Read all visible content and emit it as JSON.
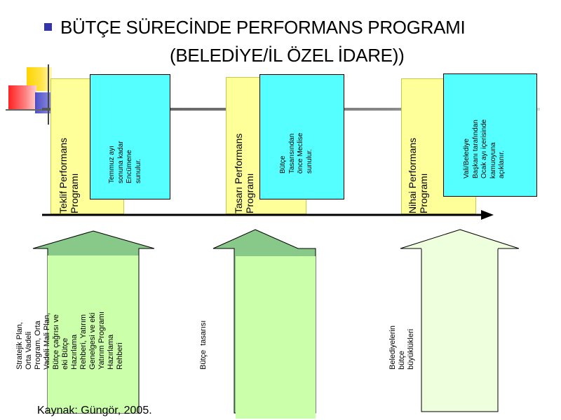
{
  "title": {
    "bullet_icon": "square-bullet-icon",
    "line1": "BÜTÇE SÜRECİNDE PERFORMANS PROGRAMI",
    "line2": "(BELEDİYE/İL ÖZEL İDARE))"
  },
  "stages": [
    {
      "label": "Teklif Performans\nProgramı",
      "note": "Temmuz ayı\nsonuna kadar\nEncümene\nsunulur."
    },
    {
      "label": "Tasarı Performans\nProgramı",
      "note": "Bütçe\nTasarısından\nönce Meclise\nsunulur."
    },
    {
      "label": "Nihai Performans\nProgramı",
      "note": "Vali/Belediye\nBaşkanı tarafından\nOcak ayı içerisinde\nkamuoyuna\naçıklanır."
    }
  ],
  "inputs": [
    {
      "text": "Stratejik Plan,\nOrta Vadeli\nProgram, Orta\nVadeli Mali Plan,\nBütçe çağrısı ve\neki Bütçe\nHazırlama\nRehberi, Yatırım\nGenelgesi ve eki\nYatırım Programı\nHazırlama\nRehberi"
    },
    {
      "text": "Bütçe  tasarısı"
    },
    {
      "text": "Belediyelerin\nbütçe\nbüyüklükleri"
    }
  ],
  "source": "Kaynak: Güngör, 2005.",
  "colors": {
    "yellow": "#ffff99",
    "cyan": "#55ffff",
    "arrow_dark_green": "#88c888",
    "arrow_light_green": "#ccffaa",
    "arrow_pale_green": "#eeffdd"
  }
}
